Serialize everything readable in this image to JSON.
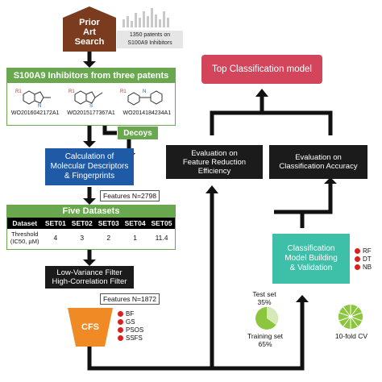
{
  "prior_art": {
    "label_lines": [
      "Prior",
      "Art",
      "Search"
    ],
    "patents_note_lines": [
      "1350 patents on",
      "S100A9 Inhibitors"
    ]
  },
  "inhibitors": {
    "title": "S100A9 Inhibitors from three patents",
    "patents": [
      "WO2016042172A1",
      "WO2015177367A1",
      "WO2014184234A1"
    ]
  },
  "decoys": {
    "label": "Decoys"
  },
  "descriptors": {
    "label_lines": [
      "Calculation of",
      "Molecular Descriptors",
      "& Fingerprints"
    ],
    "features_note": "Features N=2798"
  },
  "datasets": {
    "title": "Five Datasets",
    "header": [
      "Dataset",
      "SET01",
      "SET02",
      "SET03",
      "SET04",
      "SET05"
    ],
    "row_label_lines": [
      "Threshold",
      "(IC50, µM)"
    ],
    "values": [
      "4",
      "3",
      "2",
      "1",
      "11.4"
    ]
  },
  "filters": {
    "label_lines": [
      "Low-Variance Filter",
      "High-Correlation Filter"
    ],
    "features_note": "Features N=1872"
  },
  "cfs": {
    "label": "CFS",
    "methods": [
      "BF",
      "GS",
      "PSOS",
      "SSFS"
    ]
  },
  "eval_feature": {
    "label_lines": [
      "Evaluation on",
      "Feature Reduction",
      "Efficiency"
    ]
  },
  "eval_class": {
    "label_lines": [
      "Evaluation on",
      "Classification Accuracy"
    ]
  },
  "top_model": {
    "label": "Top Classification model"
  },
  "classification": {
    "label_lines": [
      "Classification",
      "Model Building",
      "& Validation"
    ],
    "methods": [
      "RF",
      "DT",
      "NB"
    ]
  },
  "split": {
    "test_lines": [
      "Test set",
      "35%"
    ],
    "train_lines": [
      "Training set",
      "65%"
    ],
    "cv_label": "10-fold CV",
    "test_fraction": 0.35,
    "train_fraction": 0.65
  },
  "colors": {
    "brown": "#7a3b1e",
    "green": "#6aa84f",
    "blue": "#1f5aa6",
    "orange": "#f08a24",
    "red_box": "#d2455a",
    "teal": "#3dbfa8",
    "dark": "#1b1b1b",
    "dot_red": "#d9201f",
    "pie_green": "#8cc63f"
  }
}
